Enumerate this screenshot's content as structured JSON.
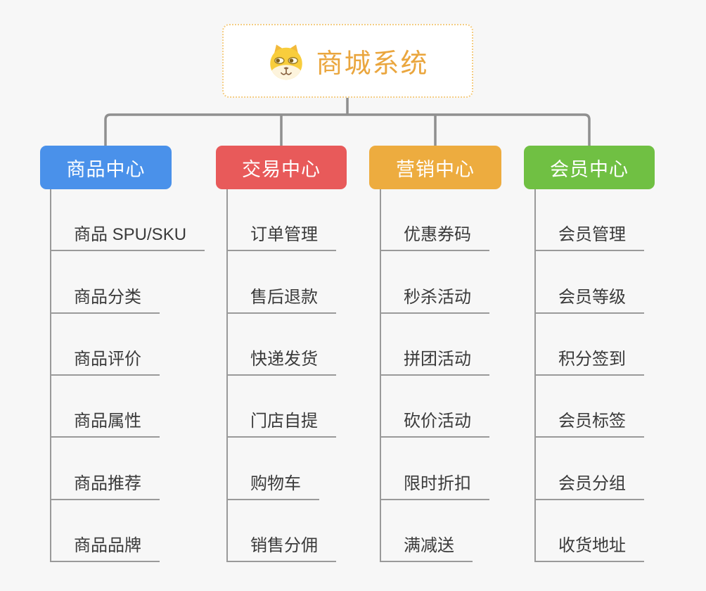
{
  "root": {
    "title": "商城系统",
    "icon": "dog-face-icon",
    "title_color": "#eaa63e",
    "border_color": "#f4cd84"
  },
  "branches": [
    {
      "label": "商品中心",
      "color": "#4a91ea",
      "children": [
        "商品 SPU/SKU",
        "商品分类",
        "商品评价",
        "商品属性",
        "商品推荐",
        "商品品牌"
      ]
    },
    {
      "label": "交易中心",
      "color": "#e85a5a",
      "children": [
        "订单管理",
        "售后退款",
        "快递发货",
        "门店自提",
        "购物车",
        "销售分佣"
      ]
    },
    {
      "label": "营销中心",
      "color": "#edac3f",
      "children": [
        "优惠券码",
        "秒杀活动",
        "拼团活动",
        "砍价活动",
        "限时折扣",
        "满减送"
      ]
    },
    {
      "label": "会员中心",
      "color": "#70c043",
      "children": [
        "会员管理",
        "会员等级",
        "积分签到",
        "会员标签",
        "会员分组",
        "收货地址"
      ]
    }
  ],
  "colors": {
    "background": "#f7f7f7",
    "connector": "#8f8f8f",
    "leaf_line": "#9a9a9a",
    "leaf_text": "#3a3a3a"
  }
}
